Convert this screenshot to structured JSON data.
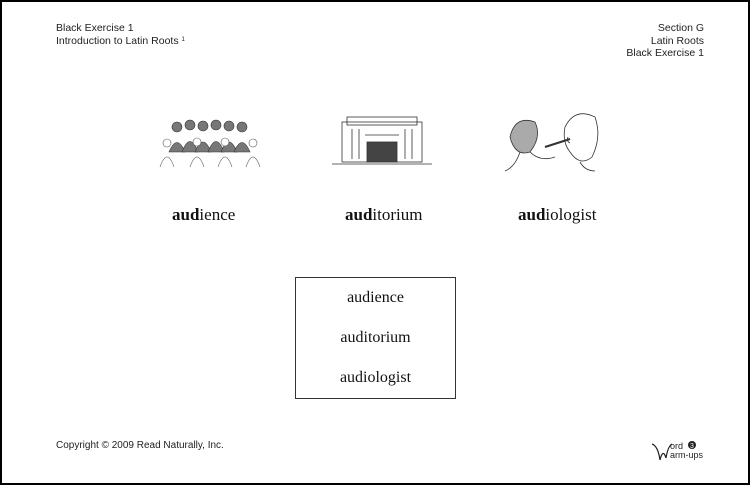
{
  "header_left": {
    "line1": "Black Exercise 1",
    "line2": "Introduction to Latin Roots",
    "footnote": "1"
  },
  "header_right": {
    "line1": "Section G",
    "line2": "Latin Roots",
    "line3": "Black Exercise 1"
  },
  "words": [
    {
      "root": "aud",
      "rest": "ience",
      "image": "audience-crowd-illustration"
    },
    {
      "root": "aud",
      "rest": "itorium",
      "image": "auditorium-building-illustration"
    },
    {
      "root": "aud",
      "rest": "iologist",
      "image": "audiologist-examining-ear-illustration"
    }
  ],
  "word_box": [
    "audience",
    "auditorium",
    "audiologist"
  ],
  "footer": {
    "copyright": "Copyright © 2009 Read Naturally, Inc.",
    "logo_text": "Word Warm-ups 3"
  }
}
